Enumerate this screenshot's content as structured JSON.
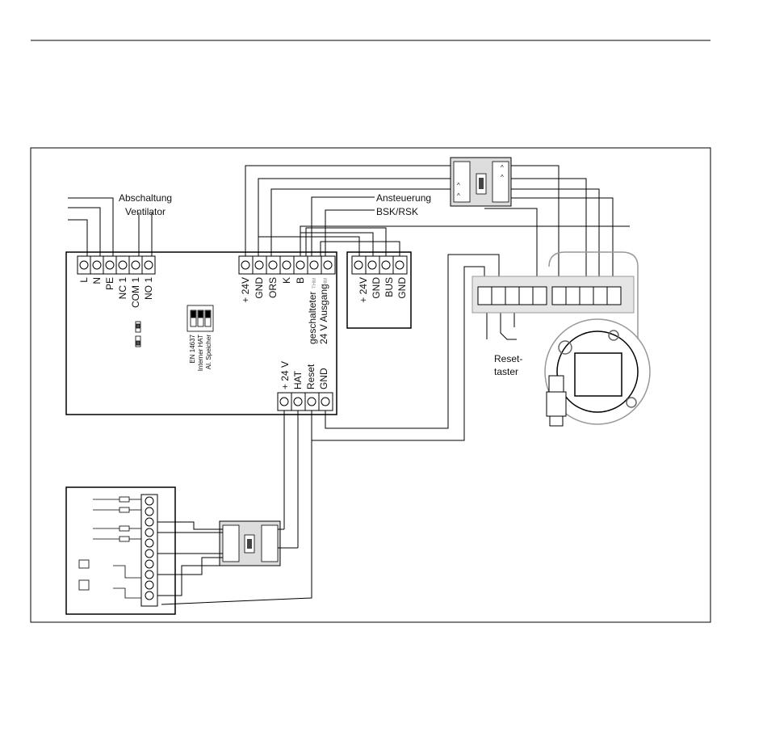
{
  "labels": {
    "abschaltung": "Abschaltung",
    "ventilator": "Ventilator",
    "ansteuerung": "Ansteuerung",
    "bsk_rsk": "BSK/RSK",
    "reset_1": "Reset-",
    "reset_2": "taster"
  },
  "main_unit": {
    "terminals_mains": [
      "L",
      "N",
      "PE",
      "NC 1",
      "COM 1",
      "NO 1"
    ],
    "terminals_control": [
      "+ 24V",
      "GND",
      "ORS",
      "K",
      "B"
    ],
    "out_line1": "geschalteter",
    "out_line2": "24 V Ausgang",
    "thm_mark": "THM",
    "terminals_bottom": [
      "+ 24 V",
      "HAT",
      "Reset",
      "GND"
    ],
    "note_lines": [
      "EN 14637",
      "Interner HAT",
      "Al. Speicher"
    ]
  },
  "bus_module": {
    "terminals": [
      "+ 24V",
      "GND",
      "BUS",
      "GND"
    ]
  }
}
